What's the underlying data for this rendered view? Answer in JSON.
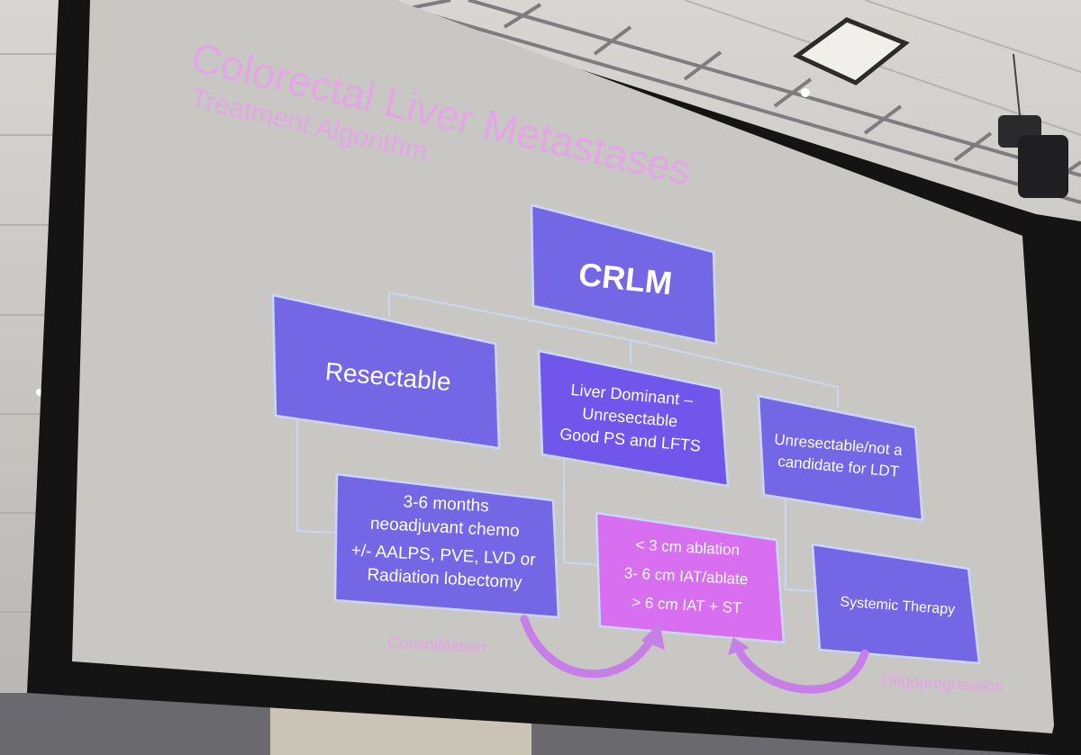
{
  "slide": {
    "title": "Colorectal Liver Metastases",
    "subtitle": "Treatment Algorithm"
  },
  "diagram": {
    "root": {
      "label": "CRLM"
    },
    "resectable": {
      "label": "Resectable"
    },
    "liver_dominant": {
      "lines": [
        "Liver Dominant –",
        "Unresectable",
        "Good PS and LFTS"
      ]
    },
    "unresectable_ldt": {
      "lines": [
        "Unresectable/not a",
        "candidate for LDT"
      ]
    },
    "neoadjuvant": {
      "lines": [
        "3-6 months",
        "neoadjuvant chemo",
        "+/- AALPS, PVE, LVD or",
        "Radiation lobectomy"
      ]
    },
    "ablation": {
      "lines": [
        "< 3 cm ablation",
        "3- 6 cm IAT/ablate",
        "> 6 cm IAT + ST"
      ]
    },
    "systemic": {
      "label": "Systemic Therapy"
    },
    "consolidation_label": "Consolidation",
    "oligoprogression_label": "Oligoprogression"
  },
  "colors": {
    "slide_background": "#c9c7c4",
    "box_fill": "#7a6ae6",
    "box_border": "#c7d6ff",
    "highlight_fill": "#d86ef0",
    "arrow": "#c57fe6",
    "title_text": "#e4a6e6",
    "label_text": "#e6a2e8"
  }
}
